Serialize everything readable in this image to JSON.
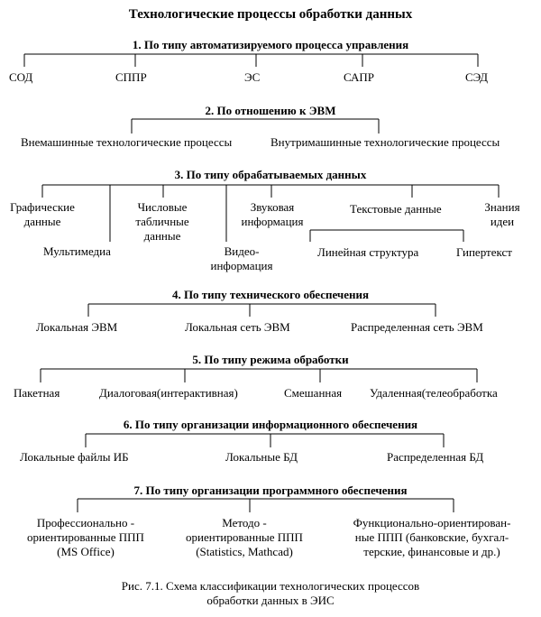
{
  "title": "Технологические процессы обработки данных",
  "caption": "Рис. 7.1. Схема классификации технологических процессов\nобработки данных в ЭИС",
  "sections": [
    {
      "heading": "1. По типу автоматизируемого процесса управления",
      "items": [
        "СОД",
        "СППР",
        "ЭС",
        "САПР",
        "СЭД"
      ]
    },
    {
      "heading": "2. По отношению к ЭВМ",
      "items": [
        "Внемашинные технологические процессы",
        "Внутримашинные технологические процессы"
      ]
    },
    {
      "heading": "3. По типу обрабатываемых данных",
      "items": [
        "Графические\nданные",
        "Мультимедиа",
        "Числовые\nтабличные\nданные",
        "Видео-\nинформация",
        "Звуковая\nинформация",
        "Текстовые данные",
        "Линейная структура",
        "Гипертекст",
        "Знания\nидеи"
      ]
    },
    {
      "heading": "4. По типу технического обеспечения",
      "items": [
        "Локальная ЭВМ",
        "Локальная сеть ЭВМ",
        "Распределенная сеть ЭВМ"
      ]
    },
    {
      "heading": "5. По типу режима обработки",
      "items": [
        "Пакетная",
        "Диалоговая(интерактивная)",
        "Смешанная",
        "Удаленная(телеобработка"
      ]
    },
    {
      "heading": "6. По типу организации информационного обеспечения",
      "items": [
        "Локальные файлы ИБ",
        "Локальные БД",
        "Распределенная БД"
      ]
    },
    {
      "heading": "7. По типу организации программного обеспечения",
      "items": [
        "Профессионально -\nориентированные ППП\n(MS Office)",
        "Методо -\nориентированные ППП\n(Statistics, Mathcad)",
        "Функционально-ориентирован-\nные ППП (банковские, бухгал-\nтерские, финансовые и др.)"
      ]
    }
  ]
}
